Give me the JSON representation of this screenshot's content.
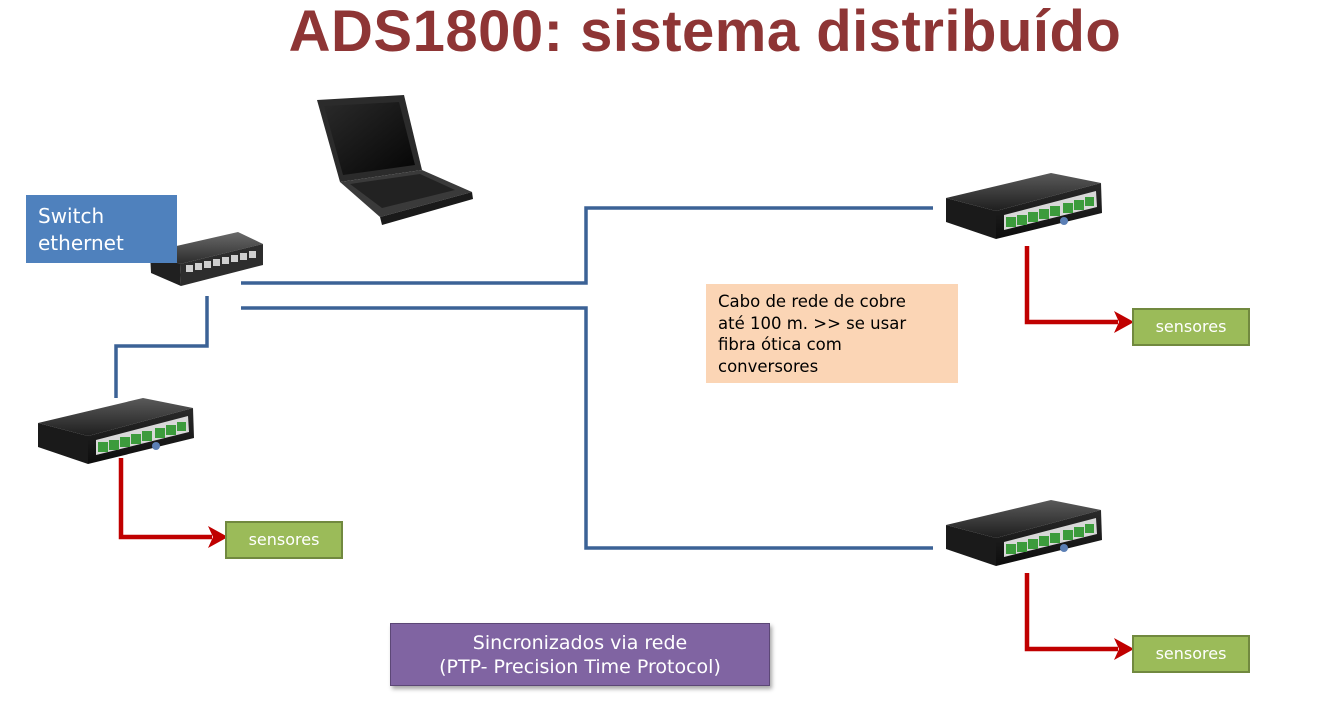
{
  "title": "ADS1800: sistema distribuído",
  "switch_label": {
    "line1": "Switch",
    "line2": "ethernet"
  },
  "cable_note": {
    "line1": "Cabo de rede de cobre",
    "line2": "até 100 m. >> se usar",
    "line3": "fibra ótica com",
    "line4": "conversores"
  },
  "sensor_label": "sensores",
  "sync_note": {
    "line1": "Sincronizados via rede",
    "line2": "(PTP- Precision Time Protocol)"
  },
  "colors": {
    "title": "#8e3535",
    "network_cable": "#3b6296",
    "sensor_arrow": "#c00000",
    "switch_label_bg": "#4f81bd",
    "cable_note_bg": "#fbd5b5",
    "sensor_bg": "#9bbb59",
    "sync_bg": "#8064a2"
  },
  "icons": [
    "laptop-icon",
    "ethernet-switch-icon",
    "ads1800-device-icon"
  ]
}
